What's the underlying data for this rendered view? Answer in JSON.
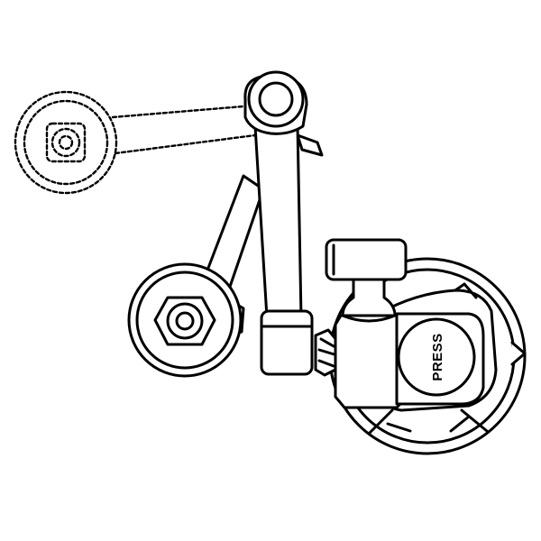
{
  "diagram": {
    "button_label": "PRESS",
    "colors": {
      "line": "#000000",
      "fill": "#ffffff"
    },
    "parts": [
      "suction-cup-mount",
      "articulating-arm",
      "pivot-joint",
      "support-strut",
      "device-socket-plate",
      "detail-callout"
    ]
  }
}
